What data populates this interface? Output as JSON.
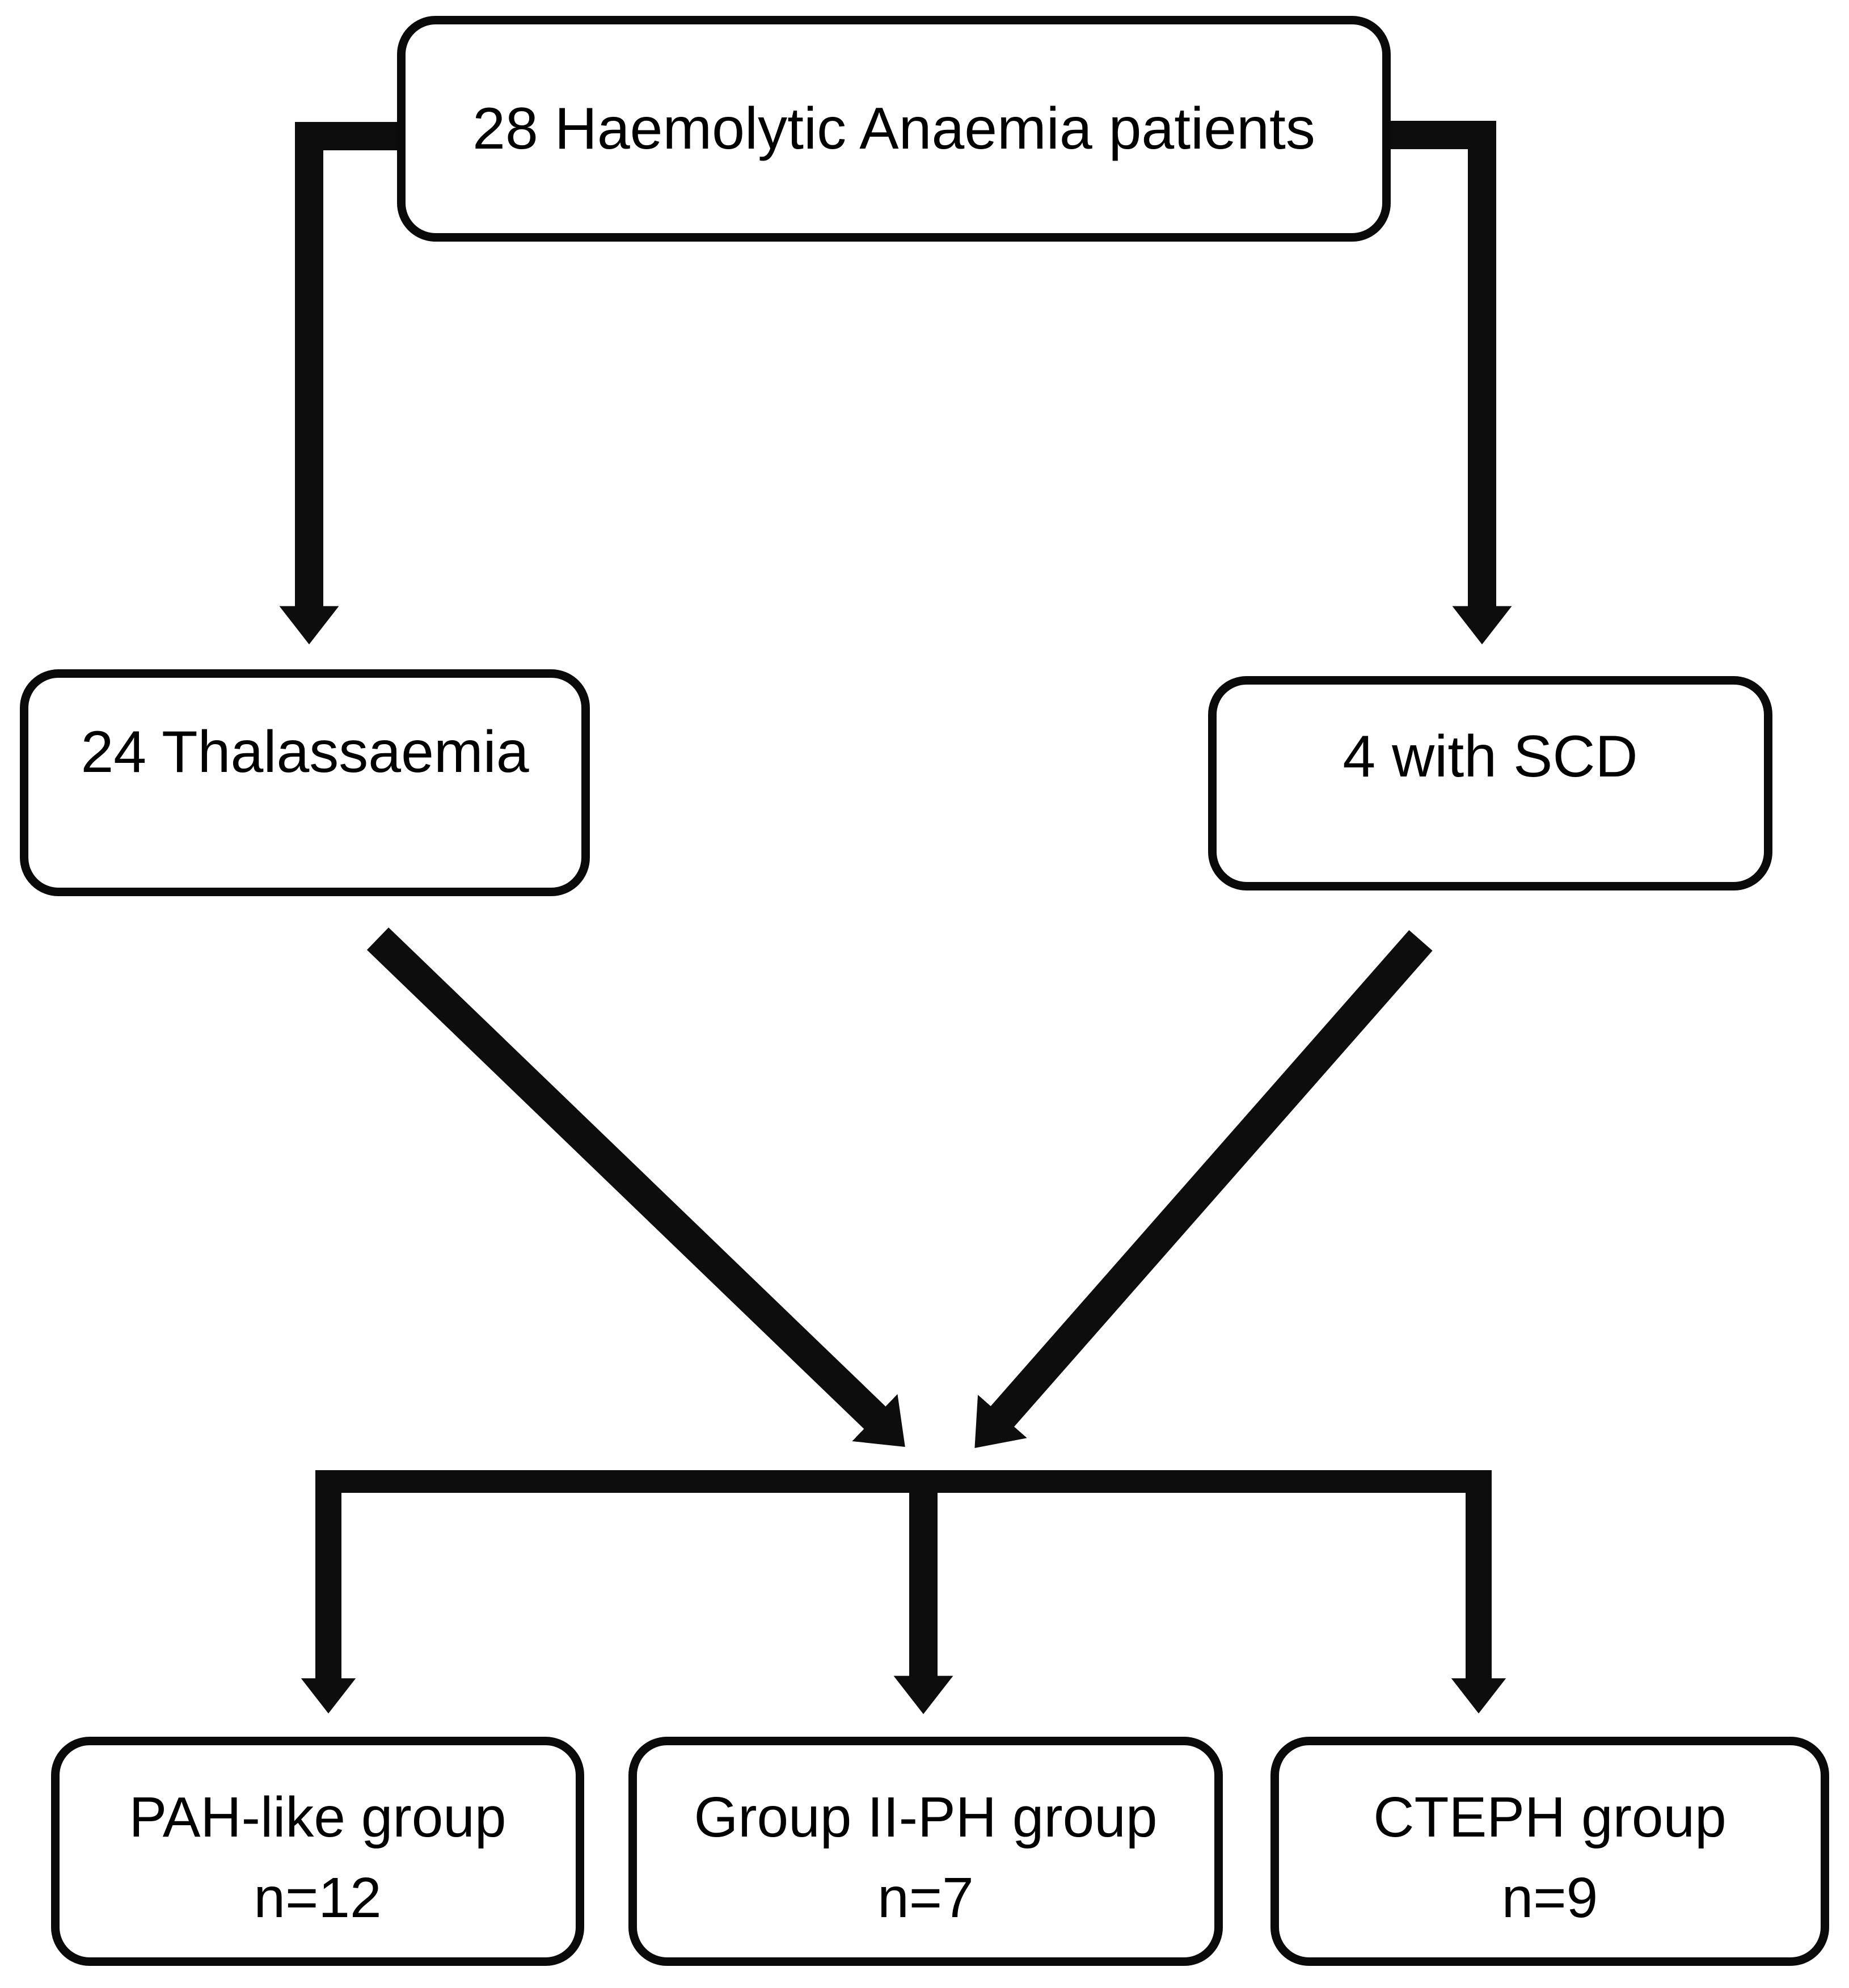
{
  "diagram": {
    "title": "Haemolytic anaemia patient grouping flowchart",
    "nodes": {
      "total": {
        "label": "28 Haemolytic Anaemia patients"
      },
      "thalassaemia": {
        "label": "24 Thalassaemia"
      },
      "scd": {
        "label": "4 with SCD"
      },
      "pah": {
        "label": "PAH-like group",
        "count": "n=12"
      },
      "group2": {
        "label": "Group II-PH group",
        "count": "n=7"
      },
      "cteph": {
        "label": "CTEPH group",
        "count": "n=9"
      }
    },
    "edges": [
      {
        "from": "total",
        "to": "thalassaemia"
      },
      {
        "from": "total",
        "to": "scd"
      },
      {
        "from": "thalassaemia",
        "to": "distribution-junction"
      },
      {
        "from": "scd",
        "to": "distribution-junction"
      },
      {
        "from": "distribution-junction",
        "to": "pah"
      },
      {
        "from": "distribution-junction",
        "to": "group2"
      },
      {
        "from": "distribution-junction",
        "to": "cteph"
      }
    ],
    "colors": {
      "background": "#ffffff",
      "box_fill": "#ffffff",
      "box_border": "#0a0a0a",
      "line": "#0d0d0d",
      "text": "#000000"
    }
  }
}
